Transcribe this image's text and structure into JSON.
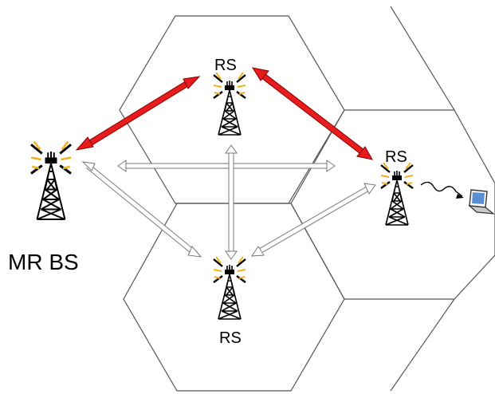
{
  "nodes": {
    "base_station": {
      "label": "MR BS",
      "icon": "cell-tower-icon"
    },
    "relay_top": {
      "label": "RS",
      "icon": "cell-tower-icon"
    },
    "relay_right": {
      "label": "RS",
      "icon": "cell-tower-icon"
    },
    "relay_bottom": {
      "label": "RS",
      "icon": "cell-tower-icon"
    },
    "terminal": {
      "icon": "laptop-icon"
    }
  },
  "links": {
    "active": [
      "base_station-relay_top",
      "relay_top-relay_right"
    ],
    "potential": [
      "base_station-relay_right",
      "base_station-relay_bottom",
      "relay_top-relay_bottom",
      "relay_bottom-relay_right"
    ],
    "wireless": [
      "relay_right-terminal"
    ]
  },
  "colors": {
    "active_link": "#e81c1c",
    "active_link_stroke": "#8a0000",
    "potential_link": "#ffffff",
    "potential_link_stroke": "#7a7a7a",
    "cell_outline": "#555555",
    "tower": "#000000",
    "signal": "#f2b01e"
  }
}
